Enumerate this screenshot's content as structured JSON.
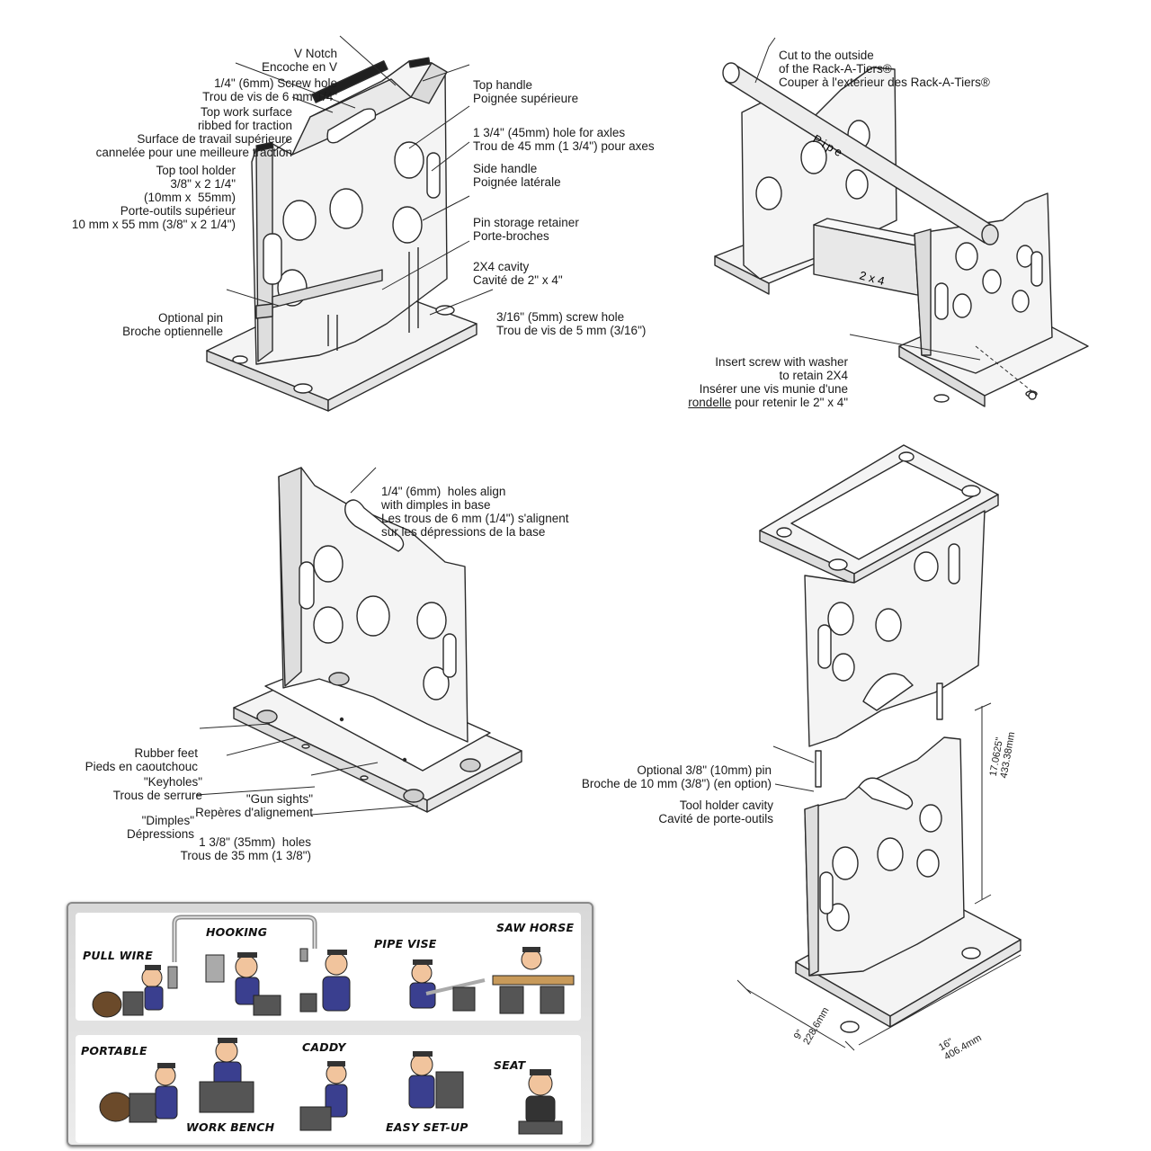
{
  "top_left_labels": {
    "v_notch": [
      "V Notch",
      "Encoche en V"
    ],
    "screw_hole_quarter": [
      "1/4\" (6mm) Screw hole",
      "Trou de vis de 6 mm 1/4\""
    ],
    "top_work_surface": [
      "Top work surface",
      "ribbed for traction",
      "Surface de travail supérieure",
      "cannelée pour une meilleure traction"
    ],
    "top_tool_holder": [
      "Top tool holder",
      "3/8\" x 2 1/4\"",
      "(10mm x  55mm)",
      "Porte-outils supérieur",
      "10 mm x 55 mm (3/8\" x 2 1/4\")"
    ],
    "optional_pin": [
      "Optional pin",
      "Broche optiennelle"
    ],
    "top_handle": [
      "Top handle",
      "Poignée supérieure"
    ],
    "axle_hole": [
      "1 3/4\" (45mm) hole for axles",
      "Trou de 45 mm (1 3/4\") pour axes"
    ],
    "side_handle": [
      "Side handle",
      "Poignée latérale"
    ],
    "pin_storage": [
      "Pin storage retainer",
      "Porte-broches"
    ],
    "cavity_2x4": [
      "2X4 cavity",
      "Cavité de 2\" x 4\""
    ],
    "screw_hole_small": [
      "3/16\" (5mm) screw hole",
      "Trou de vis de 5 mm (3/16\")"
    ]
  },
  "top_right_labels": {
    "cut_outside": [
      "Cut to the outside",
      "of the Rack-A-Tiers®",
      "Couper à l'extérieur des Rack-A-Tiers®"
    ],
    "insert_screw": [
      "Insert screw with washer",
      "to retain 2X4",
      "Insérer une vis munie d'une",
      "rondelle pour retenir le 2\" x 4\""
    ],
    "pipe_text": "Pipe",
    "board_text": "2 x 4"
  },
  "bottom_left_labels": {
    "holes_align": [
      "1/4\" (6mm)  holes align",
      "with dimples in base",
      "Les trous de 6 mm (1/4\") s'alignent",
      "sur les dépressions de la base"
    ],
    "rubber_feet": [
      "Rubber feet",
      "Pieds en caoutchouc"
    ],
    "keyholes": [
      "\"Keyholes\"",
      "Trous de serrure"
    ],
    "gun_sights": [
      "\"Gun sights\"",
      "Repères d'alignement"
    ],
    "dimples": [
      "\"Dimples\"",
      "Dépressions"
    ],
    "holes_35": [
      "1 3/8\" (35mm)  holes",
      "Trous de 35 mm (1 3/8\")"
    ]
  },
  "bottom_right_labels": {
    "optional_pin": [
      "Optional 3/8\" (10mm) pin",
      "Broche de 10 mm (3/8\") (en option)"
    ],
    "tool_cavity": [
      "Tool holder cavity",
      "Cavité de porte-outils"
    ],
    "dim_height": [
      "17.0625\"",
      "433.38mm"
    ],
    "dim_width": [
      "16\"",
      "406.4mm"
    ],
    "dim_depth": [
      "9\"",
      "228.6mm"
    ]
  },
  "uses_panel": {
    "row1": [
      "PULL WIRE",
      "HOOKING",
      "PIPE VISE",
      "SAW HORSE"
    ],
    "row2_top": [
      "PORTABLE",
      "CADDY",
      "SEAT"
    ],
    "row2_bottom": [
      "WORK BENCH",
      "EASY SET-UP"
    ]
  },
  "colors": {
    "line": "#2a2a2a",
    "fill": "#f4f4f4",
    "shade": "#c9c9c9",
    "dark": "#222222",
    "stripe": "#3a3f8f"
  }
}
